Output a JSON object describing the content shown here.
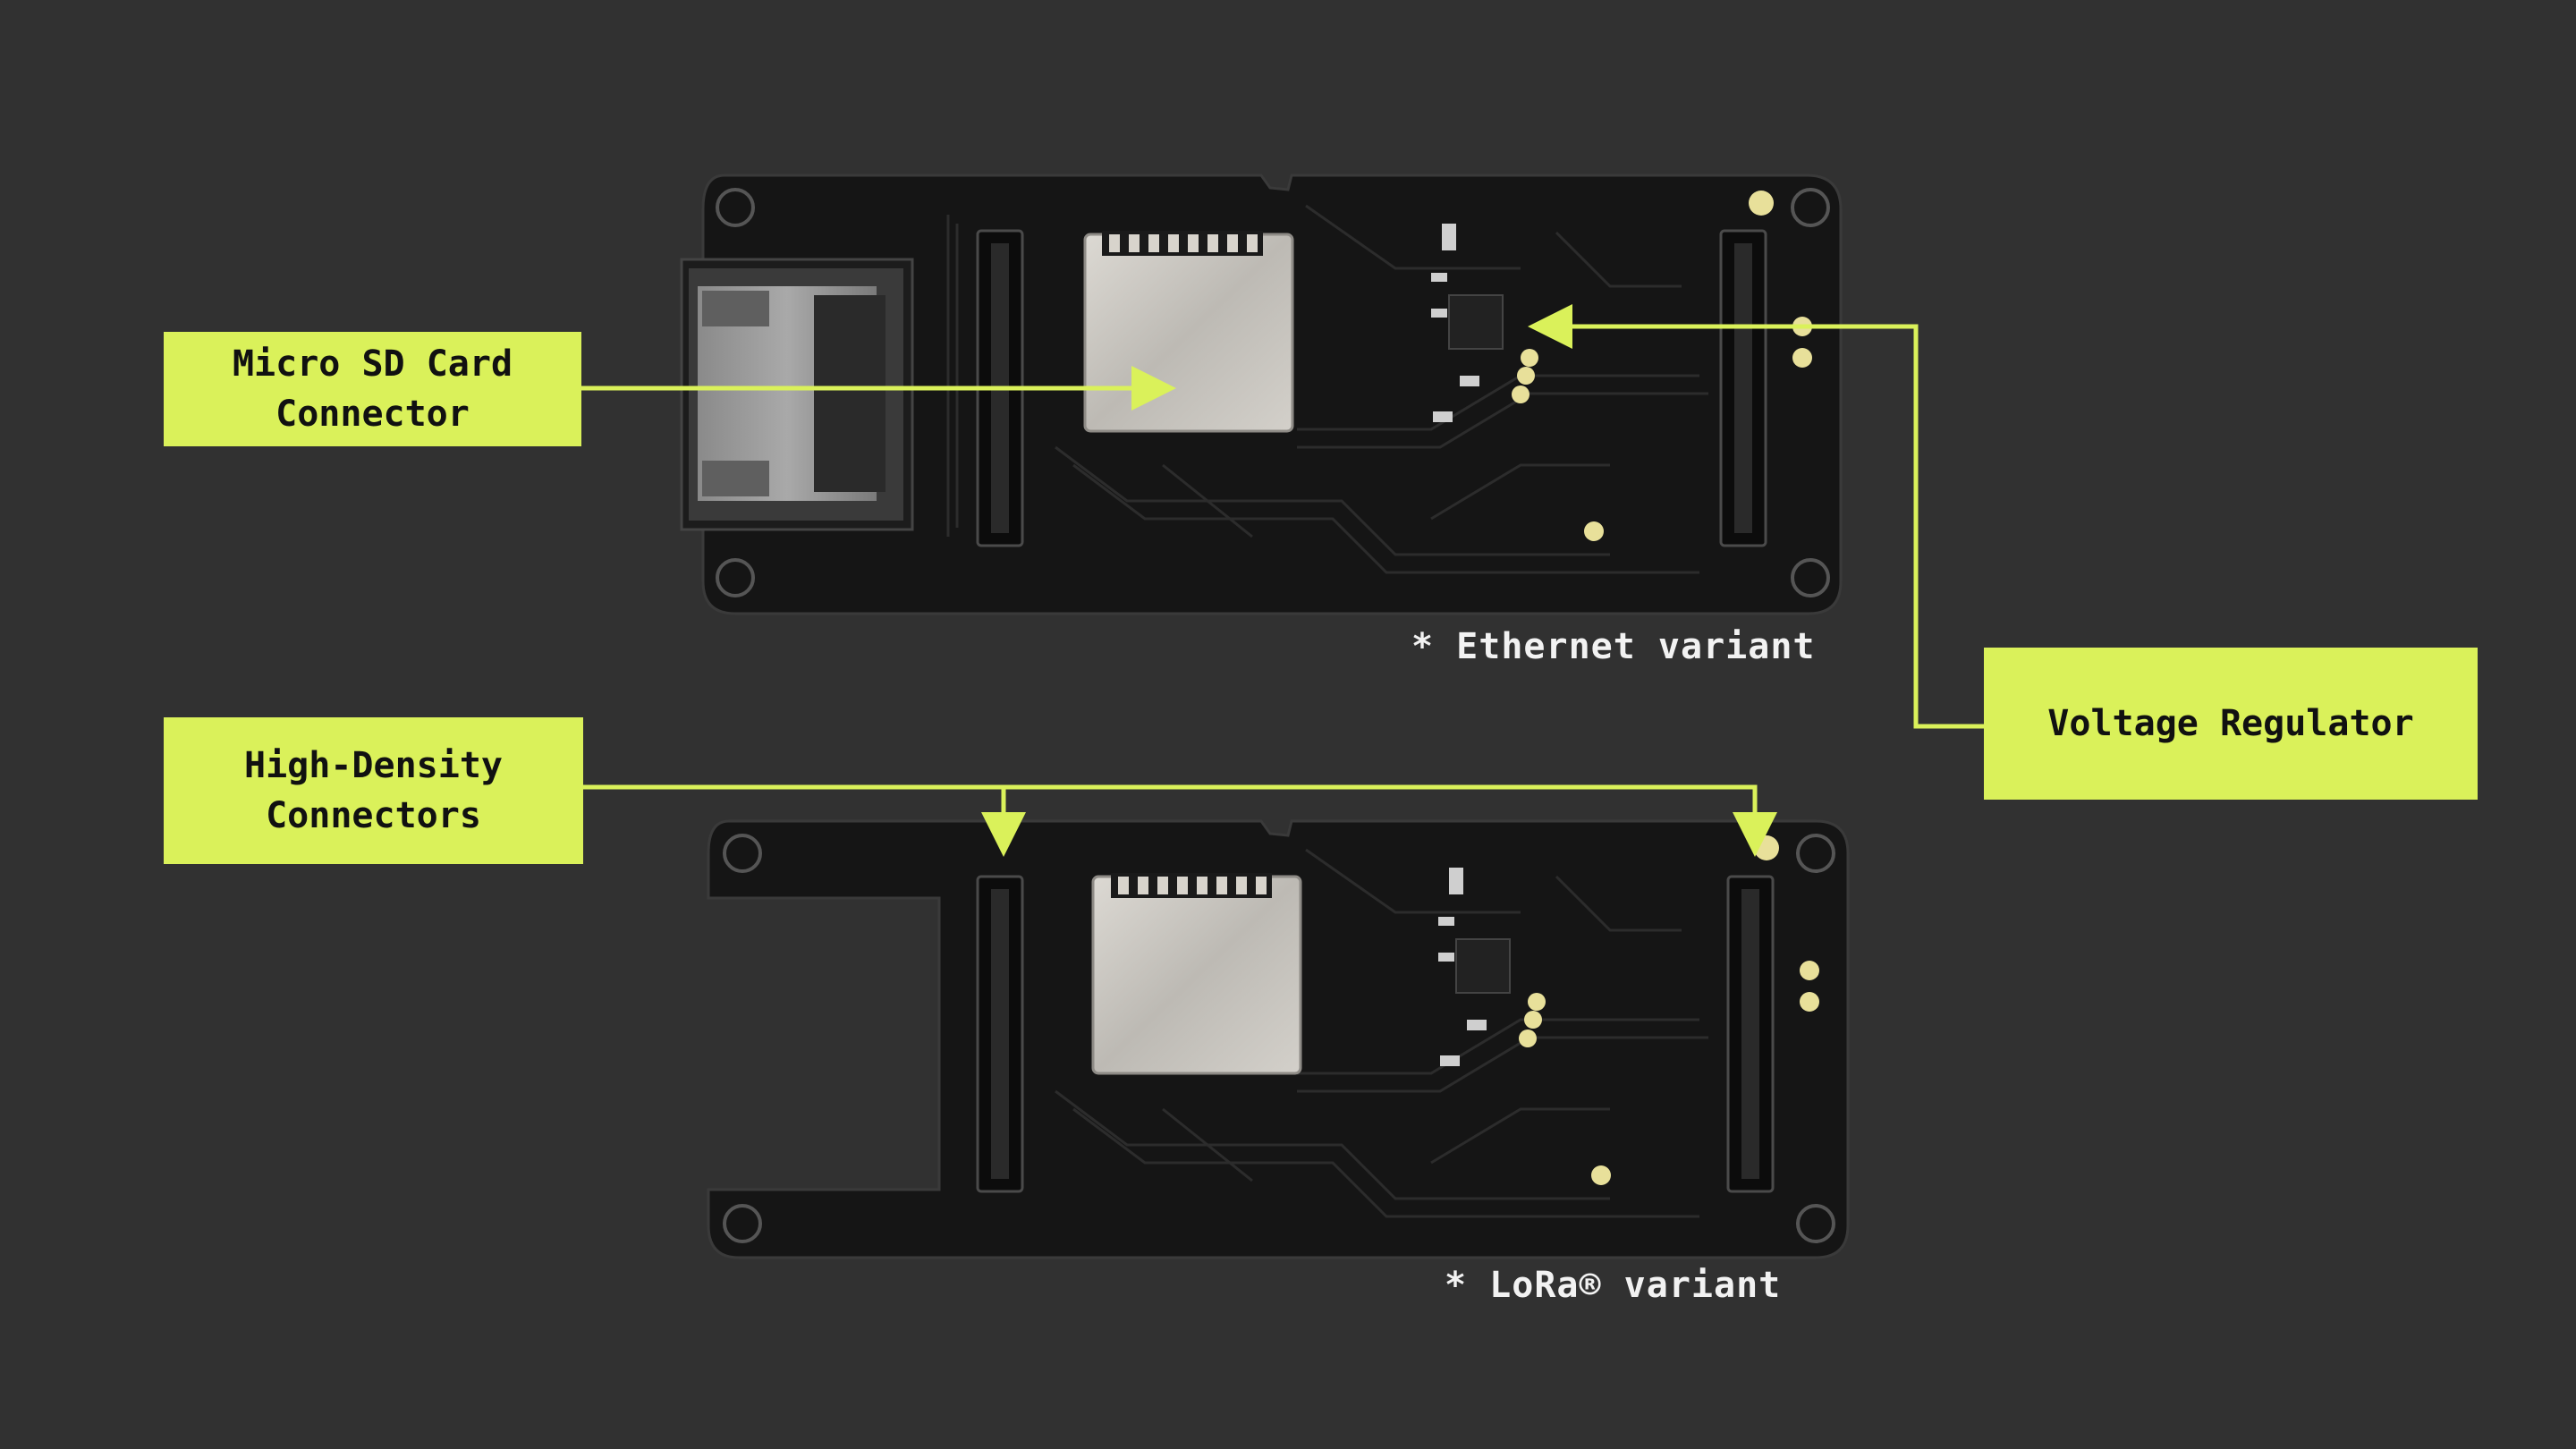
{
  "colors": {
    "background": "#313131",
    "accent": "#daf15a",
    "board": "#151515",
    "board_trace": "#2a2a2a",
    "gold_pad": "#e8e09a",
    "sd_metal": "#c9c6c0",
    "label_text": "#111111",
    "caption_text": "#f2f2f2"
  },
  "callouts": {
    "micro_sd": {
      "line1": "Micro SD Card",
      "line2": "Connector"
    },
    "high_density": {
      "line1": "High-Density",
      "line2": "Connectors"
    },
    "voltage_regulator": {
      "line1": "Voltage Regulator"
    }
  },
  "variants": {
    "ethernet": "* Ethernet variant",
    "lora": "* LoRa® variant"
  },
  "boards": [
    {
      "id": "ethernet-board",
      "has_ethernet_jack": true
    },
    {
      "id": "lora-board",
      "has_ethernet_jack": false
    }
  ]
}
